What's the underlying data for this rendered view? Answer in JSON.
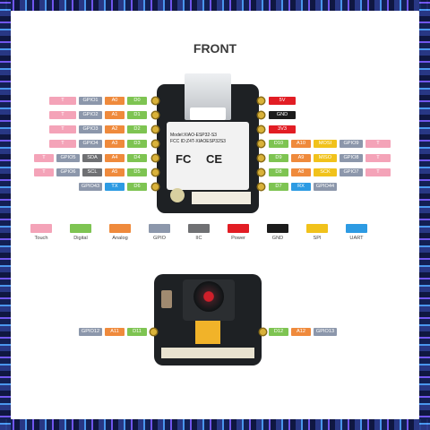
{
  "title": "FRONT",
  "module": {
    "model": "Model:XIAO-ESP32-S3",
    "fcc": "FCC ID:Z4T-XIAOESP32S3",
    "fc_logo": "FC",
    "ce_logo": "CE"
  },
  "left_rows": [
    {
      "labels": [
        {
          "t": "T",
          "c": "touch",
          "w": 30
        },
        {
          "t": "GPIO1",
          "c": "gpio",
          "w": 26
        },
        {
          "t": "A0",
          "c": "analog",
          "w": 22
        },
        {
          "t": "D0",
          "c": "digital",
          "w": 22
        }
      ]
    },
    {
      "labels": [
        {
          "t": "T",
          "c": "touch",
          "w": 30
        },
        {
          "t": "GPIO2",
          "c": "gpio",
          "w": 26
        },
        {
          "t": "A1",
          "c": "analog",
          "w": 22
        },
        {
          "t": "D1",
          "c": "digital",
          "w": 22
        }
      ]
    },
    {
      "labels": [
        {
          "t": "T",
          "c": "touch",
          "w": 30
        },
        {
          "t": "GPIO3",
          "c": "gpio",
          "w": 26
        },
        {
          "t": "A2",
          "c": "analog",
          "w": 22
        },
        {
          "t": "D2",
          "c": "digital",
          "w": 22
        }
      ]
    },
    {
      "labels": [
        {
          "t": "T",
          "c": "touch",
          "w": 30
        },
        {
          "t": "GPIO4",
          "c": "gpio",
          "w": 26
        },
        {
          "t": "A3",
          "c": "analog",
          "w": 22
        },
        {
          "t": "D3",
          "c": "digital",
          "w": 22
        }
      ]
    },
    {
      "labels": [
        {
          "t": "T",
          "c": "touch",
          "w": 22
        },
        {
          "t": "GPIO5",
          "c": "gpio",
          "w": 26
        },
        {
          "t": "SDA",
          "c": "iic",
          "w": 22
        },
        {
          "t": "A4",
          "c": "analog",
          "w": 22
        },
        {
          "t": "D4",
          "c": "digital",
          "w": 22
        }
      ]
    },
    {
      "labels": [
        {
          "t": "T",
          "c": "touch",
          "w": 22
        },
        {
          "t": "GPIO6",
          "c": "gpio",
          "w": 26
        },
        {
          "t": "SCL",
          "c": "iic",
          "w": 22
        },
        {
          "t": "A5",
          "c": "analog",
          "w": 22
        },
        {
          "t": "D5",
          "c": "digital",
          "w": 22
        }
      ]
    },
    {
      "labels": [
        {
          "t": "GPIO43",
          "c": "gpio",
          "w": 26
        },
        {
          "t": "TX",
          "c": "uart",
          "w": 22
        },
        {
          "t": "D6",
          "c": "digital",
          "w": 22
        }
      ]
    }
  ],
  "right_rows": [
    {
      "labels": [
        {
          "t": "5V",
          "c": "power",
          "w": 30
        }
      ]
    },
    {
      "labels": [
        {
          "t": "GND",
          "c": "gnd",
          "w": 30
        }
      ]
    },
    {
      "labels": [
        {
          "t": "3V3",
          "c": "power",
          "w": 30
        }
      ]
    },
    {
      "labels": [
        {
          "t": "D10",
          "c": "digital",
          "w": 22
        },
        {
          "t": "A10",
          "c": "analog",
          "w": 22
        },
        {
          "t": "MOSI",
          "c": "spi",
          "w": 26
        },
        {
          "t": "GPIO9",
          "c": "gpio",
          "w": 26
        },
        {
          "t": "T",
          "c": "touch",
          "w": 28
        }
      ]
    },
    {
      "labels": [
        {
          "t": "D9",
          "c": "digital",
          "w": 22
        },
        {
          "t": "A9",
          "c": "analog",
          "w": 22
        },
        {
          "t": "MISO",
          "c": "spi",
          "w": 26
        },
        {
          "t": "GPIO8",
          "c": "gpio",
          "w": 26
        },
        {
          "t": "T",
          "c": "touch",
          "w": 28
        }
      ]
    },
    {
      "labels": [
        {
          "t": "D8",
          "c": "digital",
          "w": 22
        },
        {
          "t": "A8",
          "c": "analog",
          "w": 22
        },
        {
          "t": "SCK",
          "c": "spi",
          "w": 26
        },
        {
          "t": "GPIO7",
          "c": "gpio",
          "w": 26
        },
        {
          "t": "T",
          "c": "touch",
          "w": 28
        }
      ]
    },
    {
      "labels": [
        {
          "t": "D7",
          "c": "digital",
          "w": 22
        },
        {
          "t": "RX",
          "c": "uart",
          "w": 22
        },
        {
          "t": "GPIO44",
          "c": "gpio",
          "w": 26
        }
      ]
    }
  ],
  "legend": [
    {
      "name": "Touch",
      "c": "touch"
    },
    {
      "name": "Digital",
      "c": "digital"
    },
    {
      "name": "Analog",
      "c": "analog"
    },
    {
      "name": "GPIO",
      "c": "gpio"
    },
    {
      "name": "IIC",
      "c": "iic"
    },
    {
      "name": "Power",
      "c": "power"
    },
    {
      "name": "GND",
      "c": "gnd"
    },
    {
      "name": "SPI",
      "c": "spi"
    },
    {
      "name": "UART",
      "c": "uart"
    }
  ],
  "camera_left": [
    {
      "t": "GPIO12",
      "c": "gpio",
      "w": 26
    },
    {
      "t": "A11",
      "c": "analog",
      "w": 22
    },
    {
      "t": "D11",
      "c": "digital",
      "w": 22
    }
  ],
  "camera_right": [
    {
      "t": "D12",
      "c": "digital",
      "w": 22
    },
    {
      "t": "A12",
      "c": "analog",
      "w": 22
    },
    {
      "t": "GPIO13",
      "c": "gpio",
      "w": 26
    }
  ]
}
